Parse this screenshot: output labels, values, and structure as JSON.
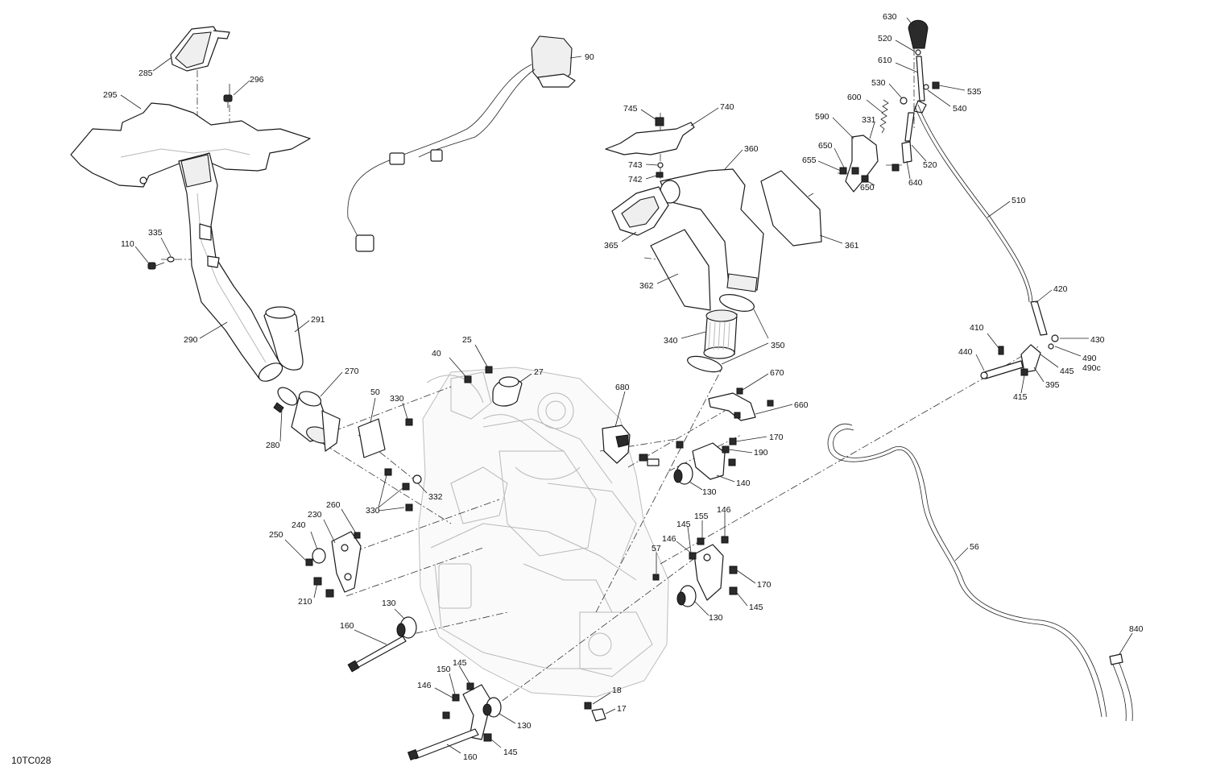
{
  "figure_code": "10TC028",
  "callouts": [
    {
      "key": "285",
      "text": "285"
    },
    {
      "key": "296",
      "text": "296"
    },
    {
      "key": "295",
      "text": "295"
    },
    {
      "key": "335",
      "text": "335"
    },
    {
      "key": "110",
      "text": "110"
    },
    {
      "key": "290",
      "text": "290"
    },
    {
      "key": "291",
      "text": "291"
    },
    {
      "key": "270",
      "text": "270"
    },
    {
      "key": "280",
      "text": "280"
    },
    {
      "key": "90",
      "text": "90"
    },
    {
      "key": "25",
      "text": "25"
    },
    {
      "key": "40",
      "text": "40"
    },
    {
      "key": "27",
      "text": "27"
    },
    {
      "key": "50",
      "text": "50"
    },
    {
      "key": "330a",
      "text": "330"
    },
    {
      "key": "330b",
      "text": "330"
    },
    {
      "key": "332",
      "text": "332"
    },
    {
      "key": "260",
      "text": "260"
    },
    {
      "key": "230",
      "text": "230"
    },
    {
      "key": "240",
      "text": "240"
    },
    {
      "key": "250",
      "text": "250"
    },
    {
      "key": "210",
      "text": "210"
    },
    {
      "key": "130a",
      "text": "130"
    },
    {
      "key": "160a",
      "text": "160"
    },
    {
      "key": "145a",
      "text": "145"
    },
    {
      "key": "150",
      "text": "150"
    },
    {
      "key": "146a",
      "text": "146"
    },
    {
      "key": "130b",
      "text": "130"
    },
    {
      "key": "145b",
      "text": "145"
    },
    {
      "key": "160b",
      "text": "160"
    },
    {
      "key": "18",
      "text": "18"
    },
    {
      "key": "17",
      "text": "17"
    },
    {
      "key": "57",
      "text": "57"
    },
    {
      "key": "145c",
      "text": "145"
    },
    {
      "key": "155",
      "text": "155"
    },
    {
      "key": "146b",
      "text": "146"
    },
    {
      "key": "146c",
      "text": "146"
    },
    {
      "key": "170a",
      "text": "170"
    },
    {
      "key": "145d",
      "text": "145"
    },
    {
      "key": "130c",
      "text": "130"
    },
    {
      "key": "680",
      "text": "680"
    },
    {
      "key": "670",
      "text": "670"
    },
    {
      "key": "660",
      "text": "660"
    },
    {
      "key": "170b",
      "text": "170"
    },
    {
      "key": "190",
      "text": "190"
    },
    {
      "key": "140",
      "text": "140"
    },
    {
      "key": "130d",
      "text": "130"
    },
    {
      "key": "745",
      "text": "745"
    },
    {
      "key": "740",
      "text": "740"
    },
    {
      "key": "743",
      "text": "743"
    },
    {
      "key": "742",
      "text": "742"
    },
    {
      "key": "360",
      "text": "360"
    },
    {
      "key": "365",
      "text": "365"
    },
    {
      "key": "361",
      "text": "361"
    },
    {
      "key": "362",
      "text": "362"
    },
    {
      "key": "340",
      "text": "340"
    },
    {
      "key": "350",
      "text": "350"
    },
    {
      "key": "630",
      "text": "630"
    },
    {
      "key": "520a",
      "text": "520"
    },
    {
      "key": "610",
      "text": "610"
    },
    {
      "key": "530",
      "text": "530"
    },
    {
      "key": "535",
      "text": "535"
    },
    {
      "key": "540",
      "text": "540"
    },
    {
      "key": "600",
      "text": "600"
    },
    {
      "key": "590",
      "text": "590"
    },
    {
      "key": "331",
      "text": "331"
    },
    {
      "key": "650a",
      "text": "650"
    },
    {
      "key": "655",
      "text": "655"
    },
    {
      "key": "650b",
      "text": "650"
    },
    {
      "key": "640",
      "text": "640"
    },
    {
      "key": "520b",
      "text": "520"
    },
    {
      "key": "510",
      "text": "510"
    },
    {
      "key": "420",
      "text": "420"
    },
    {
      "key": "410",
      "text": "410"
    },
    {
      "key": "430",
      "text": "430"
    },
    {
      "key": "440",
      "text": "440"
    },
    {
      "key": "490",
      "text": "490"
    },
    {
      "key": "490c",
      "text": "490c"
    },
    {
      "key": "445",
      "text": "445"
    },
    {
      "key": "395",
      "text": "395"
    },
    {
      "key": "415",
      "text": "415"
    },
    {
      "key": "56",
      "text": "56"
    },
    {
      "key": "840",
      "text": "840"
    }
  ]
}
